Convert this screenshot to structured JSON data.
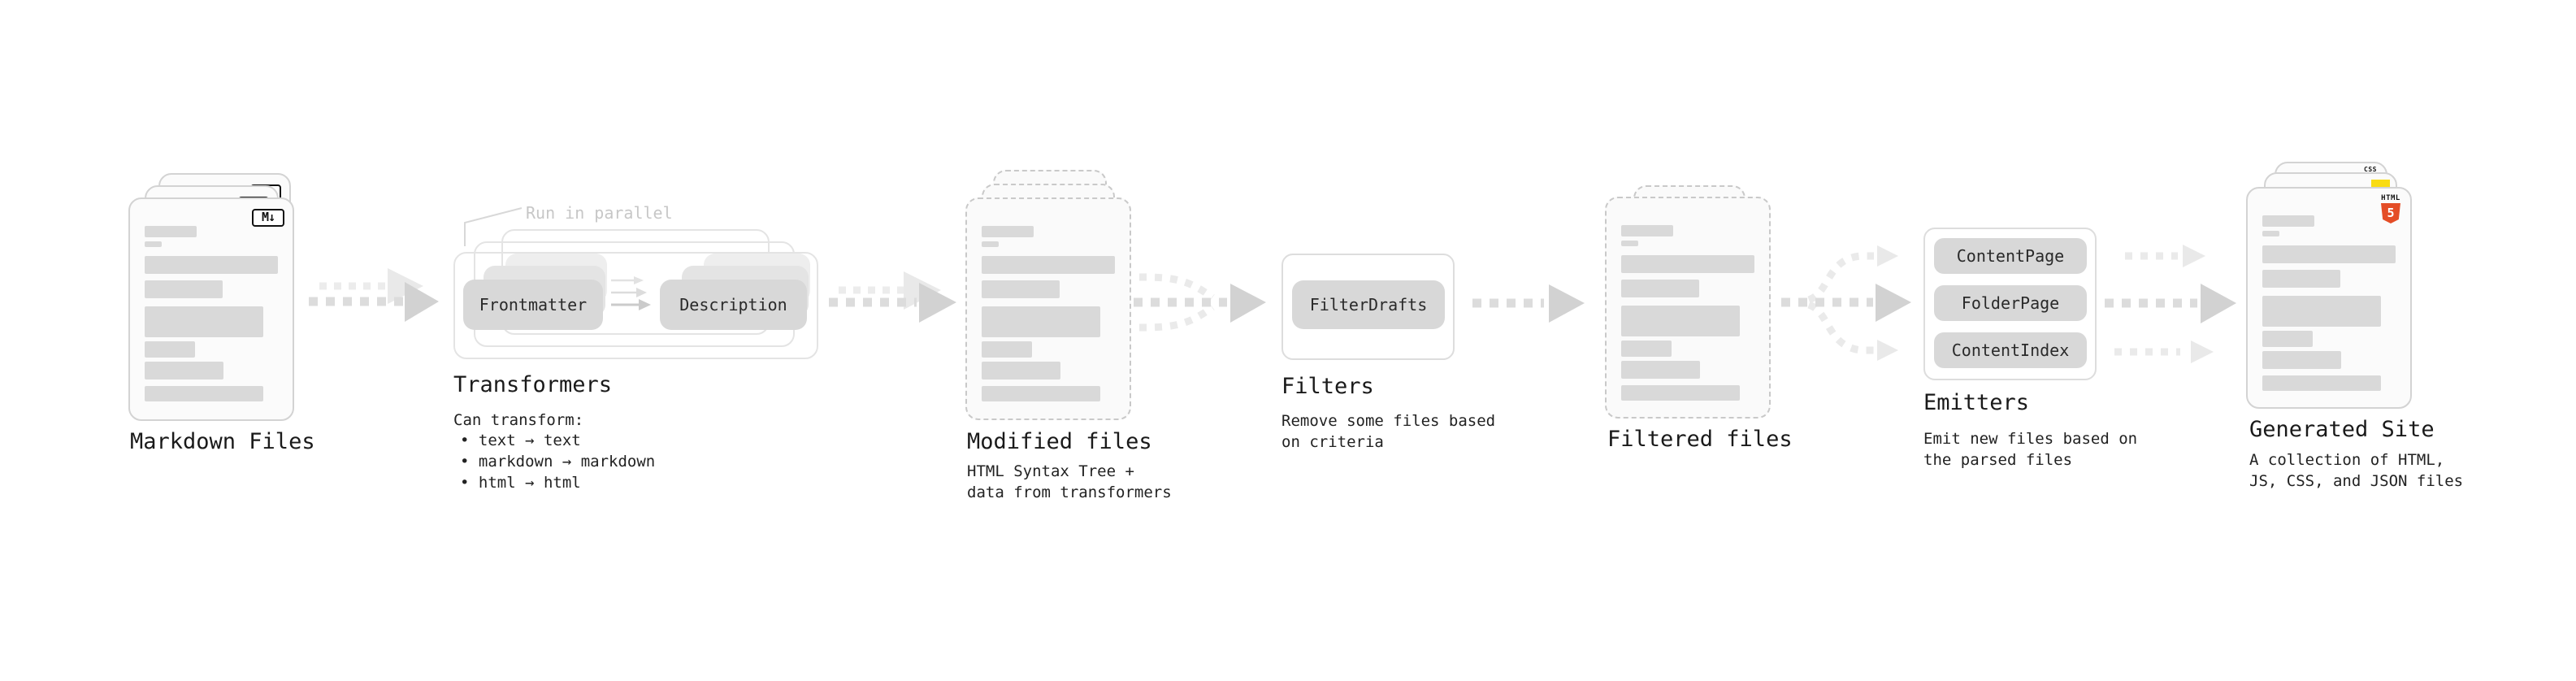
{
  "stages": {
    "markdown": {
      "label": "Markdown Files",
      "badge": "M↓"
    },
    "transformers": {
      "heading": "Transformers",
      "parallel_note": "Run in parallel",
      "pill_from": "Frontmatter",
      "pill_to": "Description",
      "note": "Can transform:",
      "bullets": [
        "• text → text",
        "• markdown → markdown",
        "• html → html"
      ]
    },
    "modified": {
      "heading": "Modified files",
      "sub": "HTML Syntax Tree +\ndata from transformers"
    },
    "filters": {
      "heading": "Filters",
      "pill": "FilterDrafts",
      "sub": "Remove some files based\non criteria"
    },
    "filtered": {
      "heading": "Filtered files"
    },
    "emitters": {
      "heading": "Emitters",
      "pills": [
        "ContentPage",
        "FolderPage",
        "ContentIndex"
      ],
      "sub": "Emit new files based on\nthe parsed files"
    },
    "generated": {
      "heading": "Generated Site",
      "sub": "A collection of HTML,\nJS, CSS, and JSON files",
      "css_badge": "CSS",
      "html_badge_word": "HTML",
      "html_badge_number": "5"
    }
  },
  "colors": {
    "html5_orange": "#e44d26",
    "js_yellow": "#f9dc13",
    "css_blue": "#2760e8",
    "skeleton_gray": "#d9d9d9",
    "arrow_gray": "#dcdcdc",
    "arrow_light_gray": "#ececec"
  }
}
